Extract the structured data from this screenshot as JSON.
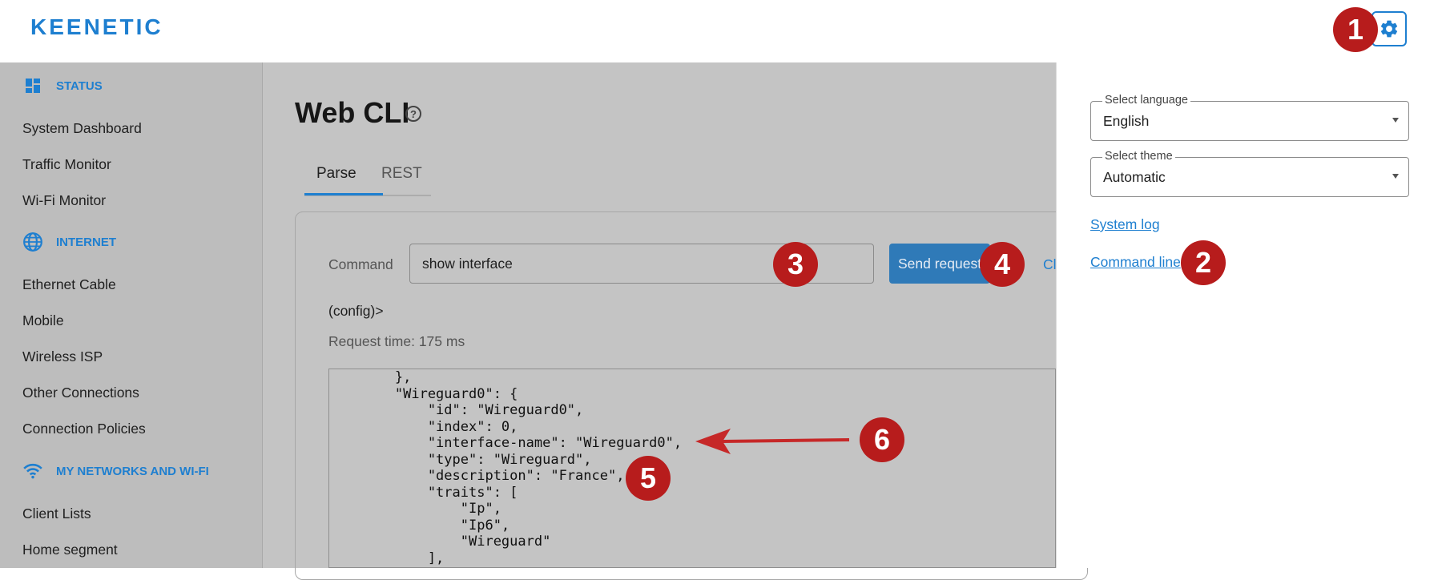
{
  "app": {
    "logo": "KEENETIC"
  },
  "sidebar": {
    "sections": [
      {
        "title": "STATUS",
        "icon": "dashboard-icon",
        "items": [
          "System Dashboard",
          "Traffic Monitor",
          "Wi-Fi Monitor"
        ]
      },
      {
        "title": "INTERNET",
        "icon": "globe-icon",
        "items": [
          "Ethernet Cable",
          "Mobile",
          "Wireless ISP",
          "Other Connections",
          "Connection Policies"
        ]
      },
      {
        "title": "MY NETWORKS AND WI-FI",
        "icon": "wifi-icon",
        "items": [
          "Client Lists",
          "Home segment"
        ]
      }
    ]
  },
  "main": {
    "title": "Web CLI",
    "help_icon": "help-circle-icon",
    "tabs": [
      {
        "label": "Parse",
        "active": true
      },
      {
        "label": "REST",
        "active": false
      }
    ],
    "command_label": "Command",
    "command_value": "show interface",
    "send_label": "Send request",
    "clear_label": "Cl",
    "prompt": "(config)>",
    "request_time": "Request time: 175 ms",
    "output_lines": [
      "        },",
      "        \"Wireguard0\": {",
      "            \"id\": \"Wireguard0\",",
      "            \"index\": 0,",
      "            \"interface-name\": \"Wireguard0\",",
      "            \"type\": \"Wireguard\",",
      "            \"description\": \"France\",",
      "            \"traits\": [",
      "                \"Ip\",",
      "                \"Ip6\",",
      "                \"Wireguard\"",
      "            ],"
    ]
  },
  "settings_panel": {
    "language_legend": "Select language",
    "language_value": "English",
    "theme_legend": "Select theme",
    "theme_value": "Automatic",
    "system_log_link": "System log",
    "command_line_link": "Command line",
    "gear_icon": "gear-icon"
  },
  "annotations": {
    "markers": [
      "1",
      "2",
      "3",
      "4",
      "5",
      "6"
    ],
    "color": "#b71c1c",
    "arrow_color": "#c62828"
  },
  "colors": {
    "accent": "#1e7fd0",
    "button": "#2f7ab8",
    "overlay": "#c4c4c4"
  }
}
